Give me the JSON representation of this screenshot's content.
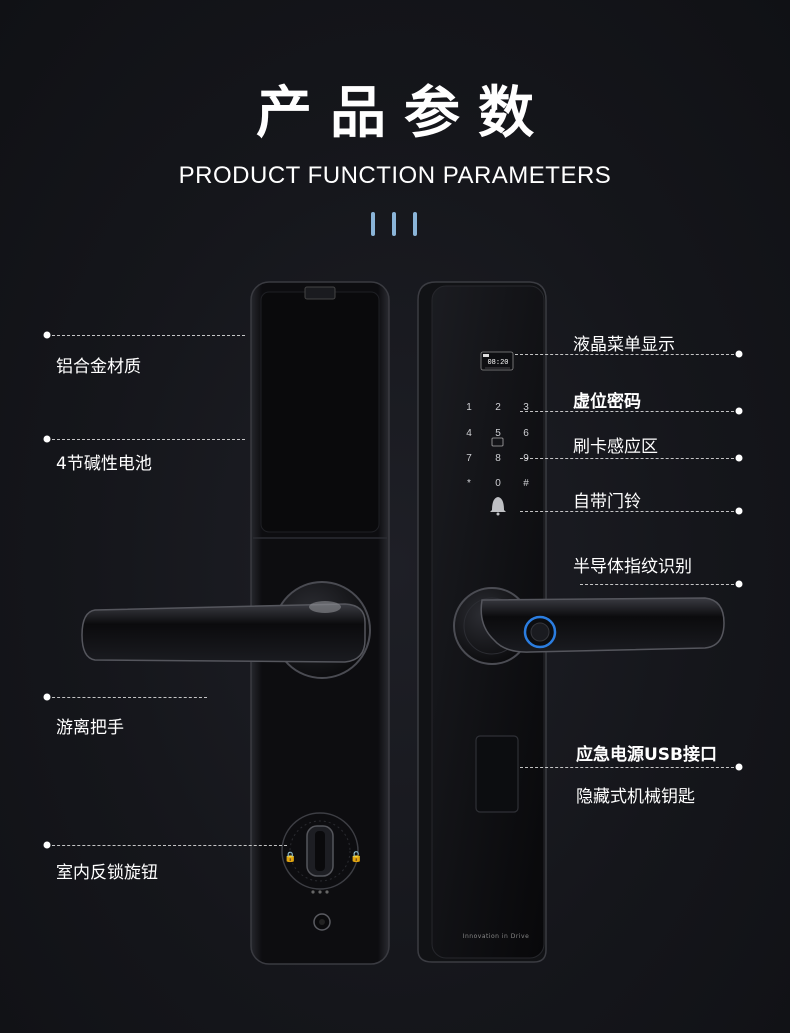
{
  "header": {
    "title": "产品参数",
    "subtitle": "PRODUCT FUNCTION PARAMETERS"
  },
  "colors": {
    "background": "#15161b",
    "accent_bars": "#8ab4d8",
    "fingerprint_ring": "#2b7de0"
  },
  "screen": {
    "time": "08:20"
  },
  "keypad": [
    "1",
    "2",
    "3",
    "4",
    "5",
    "6",
    "7",
    "8",
    "9",
    "*",
    "0",
    "#"
  ],
  "left_features": [
    {
      "label": "铝合金材质"
    },
    {
      "label": "4节碱性电池"
    },
    {
      "label": "游离把手"
    },
    {
      "label": "室内反锁旋钮"
    }
  ],
  "right_features": [
    {
      "label": "液晶菜单显示"
    },
    {
      "label": "虚位密码"
    },
    {
      "label": "刷卡感应区"
    },
    {
      "label": "自带门铃"
    },
    {
      "label": "半导体指纹识别"
    },
    {
      "label": "应急电源USB接口"
    },
    {
      "label": "隐藏式机械钥匙"
    }
  ]
}
